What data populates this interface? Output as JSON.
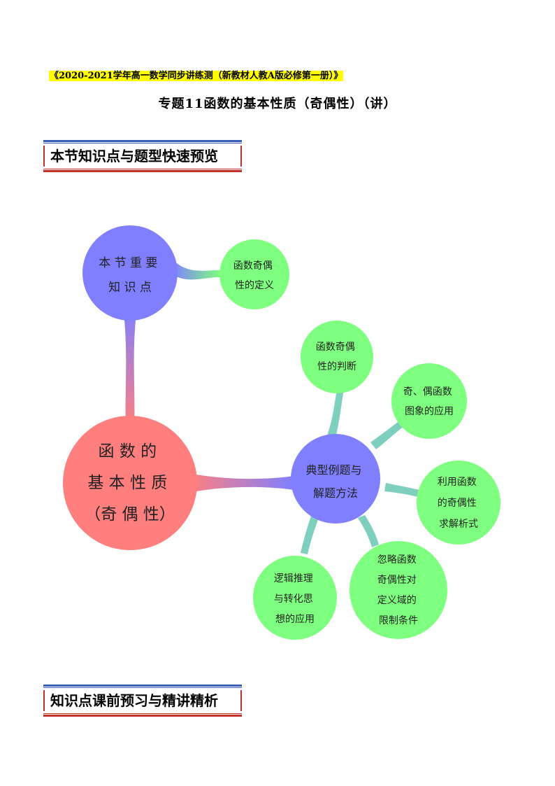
{
  "header": {
    "series_title": "《2020-2021学年高一数学同步讲练测（新教材人教A版必修第一册）》",
    "topic_title": "专题11函数的基本性质（奇偶性）（讲）"
  },
  "sections": [
    {
      "label": "本节知识点与题型快速预览"
    },
    {
      "label": "知识点课前预习与精讲精析"
    }
  ],
  "mindmap": {
    "colors": {
      "root": "#ff7f7f",
      "branch": "#7f7fff",
      "leaf": "#7fff7f"
    },
    "root": {
      "lines": [
        "函 数 的",
        "基 本 性 质",
        "（奇 偶 性）"
      ]
    },
    "branches": [
      {
        "lines": [
          "本 节 重 要",
          "知 识 点"
        ]
      },
      {
        "lines": [
          "典型例题与",
          "解题方法"
        ]
      }
    ],
    "leaves": [
      {
        "lines": [
          "函数奇偶",
          "性的定义"
        ]
      },
      {
        "lines": [
          "函数奇偶",
          "性的判断"
        ]
      },
      {
        "lines": [
          "奇、偶函数",
          "图象的应用"
        ]
      },
      {
        "lines": [
          "利用函数",
          "的奇偶性",
          "求解析式"
        ]
      },
      {
        "lines": [
          "忽略函数",
          "奇偶性对",
          "定义域的",
          "限制条件"
        ]
      },
      {
        "lines": [
          "逻辑推理",
          "与转化思",
          "想的应用"
        ]
      }
    ]
  }
}
